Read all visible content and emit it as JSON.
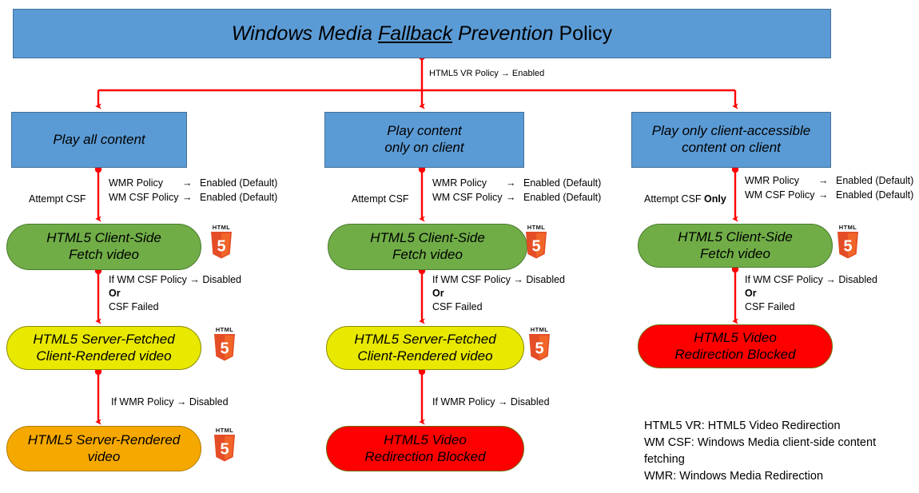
{
  "header": {
    "title_italic_1": "Windows Media ",
    "title_underline": "Fallback",
    "title_italic_2": " Prevention ",
    "title_normal": "Policy"
  },
  "root_edge_label": "HTML5 VR Policy → Enabled",
  "columns": [
    {
      "id": "play-all-content",
      "option_label": "Play all content",
      "attempt_label": "Attempt CSF",
      "attempt_bold": "",
      "policies": [
        {
          "name": "WMR Policy",
          "arrow": "→",
          "value": "Enabled (Default)"
        },
        {
          "name": "WM CSF Policy",
          "arrow": "→",
          "value": "Enabled (Default)"
        }
      ],
      "node_green_line1": "HTML5 Client-Side",
      "node_green_line2": "Fetch video",
      "fallback_label_line1": "If WM CSF Policy → Disabled",
      "fallback_label_line2": "Or",
      "fallback_label_line3": "CSF Failed",
      "node_mid_line1": "HTML5 Server-Fetched",
      "node_mid_line2": "Client-Rendered video",
      "wmr_label": "If WMR Policy → Disabled",
      "node_last_line1": "HTML5 Server-Rendered",
      "node_last_line2": "video"
    },
    {
      "id": "play-content-only-on-client",
      "option_label_line1": "Play content",
      "option_label_line2": "only on client",
      "attempt_label": "Attempt CSF",
      "attempt_bold": "",
      "policies": [
        {
          "name": "WMR Policy",
          "arrow": "→",
          "value": "Enabled (Default)"
        },
        {
          "name": "WM CSF Policy",
          "arrow": "→",
          "value": "Enabled (Default)"
        }
      ],
      "node_green_line1": "HTML5 Client-Side",
      "node_green_line2": "Fetch video",
      "fallback_label_line1": "If WM CSF Policy → Disabled",
      "fallback_label_line2": "Or",
      "fallback_label_line3": "CSF Failed",
      "node_mid_line1": "HTML5 Server-Fetched",
      "node_mid_line2": "Client-Rendered video",
      "wmr_label": "If WMR Policy → Disabled",
      "node_last_line1": "HTML5 Video",
      "node_last_line2": "Redirection Blocked"
    },
    {
      "id": "play-only-client-accessible-content-on-client",
      "option_label_line1": "Play only client-accessible",
      "option_label_line2": "content on client",
      "attempt_label": "Attempt CSF ",
      "attempt_bold": "Only",
      "policies": [
        {
          "name": "WMR Policy",
          "arrow": "→",
          "value": "Enabled (Default)"
        },
        {
          "name": "WM CSF Policy",
          "arrow": "→",
          "value": "Enabled (Default)"
        }
      ],
      "node_green_line1": "HTML5 Client-Side",
      "node_green_line2": "Fetch video",
      "fallback_label_line1": "If WM CSF Policy → Disabled",
      "fallback_label_line2": "Or",
      "fallback_label_line3": "CSF Failed",
      "node_last_line1": "HTML5 Video",
      "node_last_line2": "Redirection Blocked"
    }
  ],
  "legend": {
    "line1": "HTML5 VR: HTML5 Video Redirection",
    "line2": "WM CSF: Windows Media client-side content fetching",
    "line3": "WMR: Windows Media Redirection"
  },
  "logo": {
    "wordmark": "HTML",
    "digit": "5"
  },
  "colors": {
    "banner_blue": "#5B9BD5",
    "green": "#70AD47",
    "yellow": "#E8E800",
    "orange": "#F5A800",
    "red": "#FF0000",
    "connector_red": "#FF0000",
    "html5_orange": "#E44D26",
    "html5_orange_dark": "#F16529"
  }
}
